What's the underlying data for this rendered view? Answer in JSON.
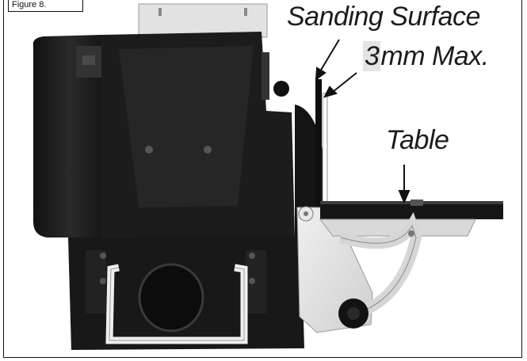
{
  "figure": {
    "tab_label": "Figure 8."
  },
  "callouts": {
    "sanding_surface": "Sanding Surface",
    "max_value": "3",
    "max_unit": "mm Max.",
    "table": "Table"
  },
  "colors": {
    "machine_body": "#1f1f1f",
    "metal_light": "#d8d8d8",
    "guard_plate": "#e6e6e6",
    "frame": "#111111"
  }
}
